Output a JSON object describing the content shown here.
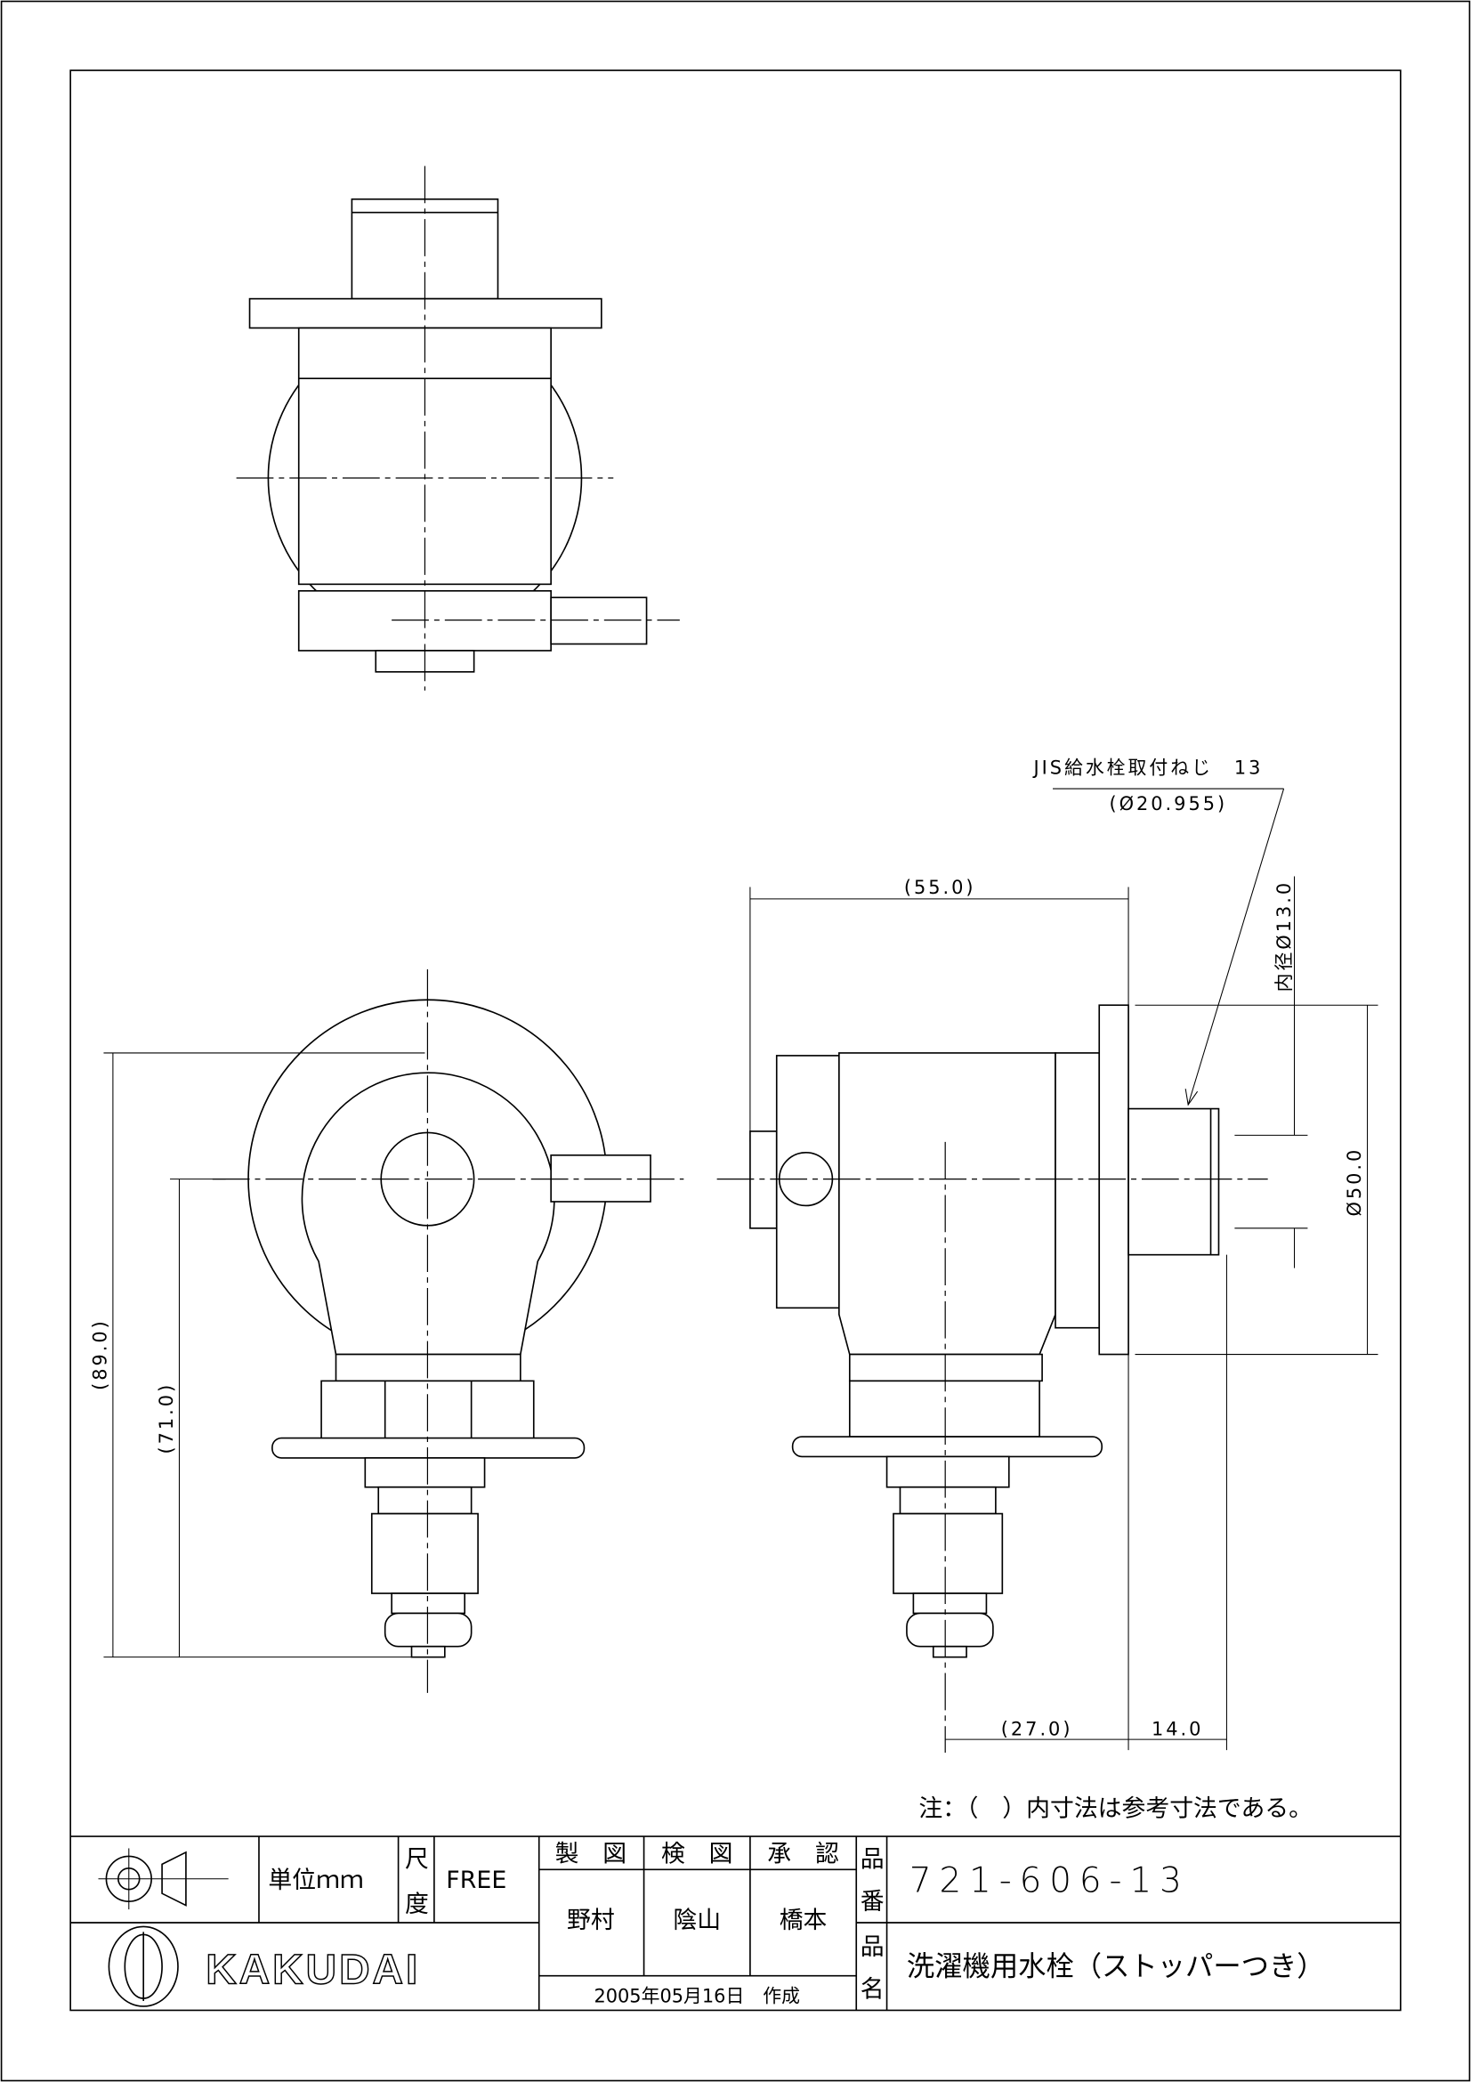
{
  "note": "注：（　）内寸法は参考寸法である。",
  "callout": {
    "thread_spec": "JIS給水栓取付ねじ　13",
    "thread_dia": "(Ø20.955)"
  },
  "dimensions": {
    "width_55": "(55.0)",
    "inner_dia": "内径Ø13.0",
    "flange_dia": "Ø50.0",
    "height_89": "(89.0)",
    "height_71": "(71.0)",
    "depth_27": "(27.0)",
    "thread_len": "14.0"
  },
  "title_block": {
    "unit": "単位ｍｍ",
    "scale_label": [
      "尺",
      "度"
    ],
    "scale_value": "FREE",
    "roles": [
      "製　図",
      "検　図",
      "承　認"
    ],
    "names": [
      "野村",
      "陰山",
      "橋本"
    ],
    "date": "2005年05月16日　作成",
    "part_no_label": [
      "品",
      "番"
    ],
    "part_no": "721-606-13",
    "part_name_label": [
      "品",
      "名"
    ],
    "part_name": "洗濯機用水栓（ストッパーつき）",
    "brand": "KAKUDAI"
  }
}
